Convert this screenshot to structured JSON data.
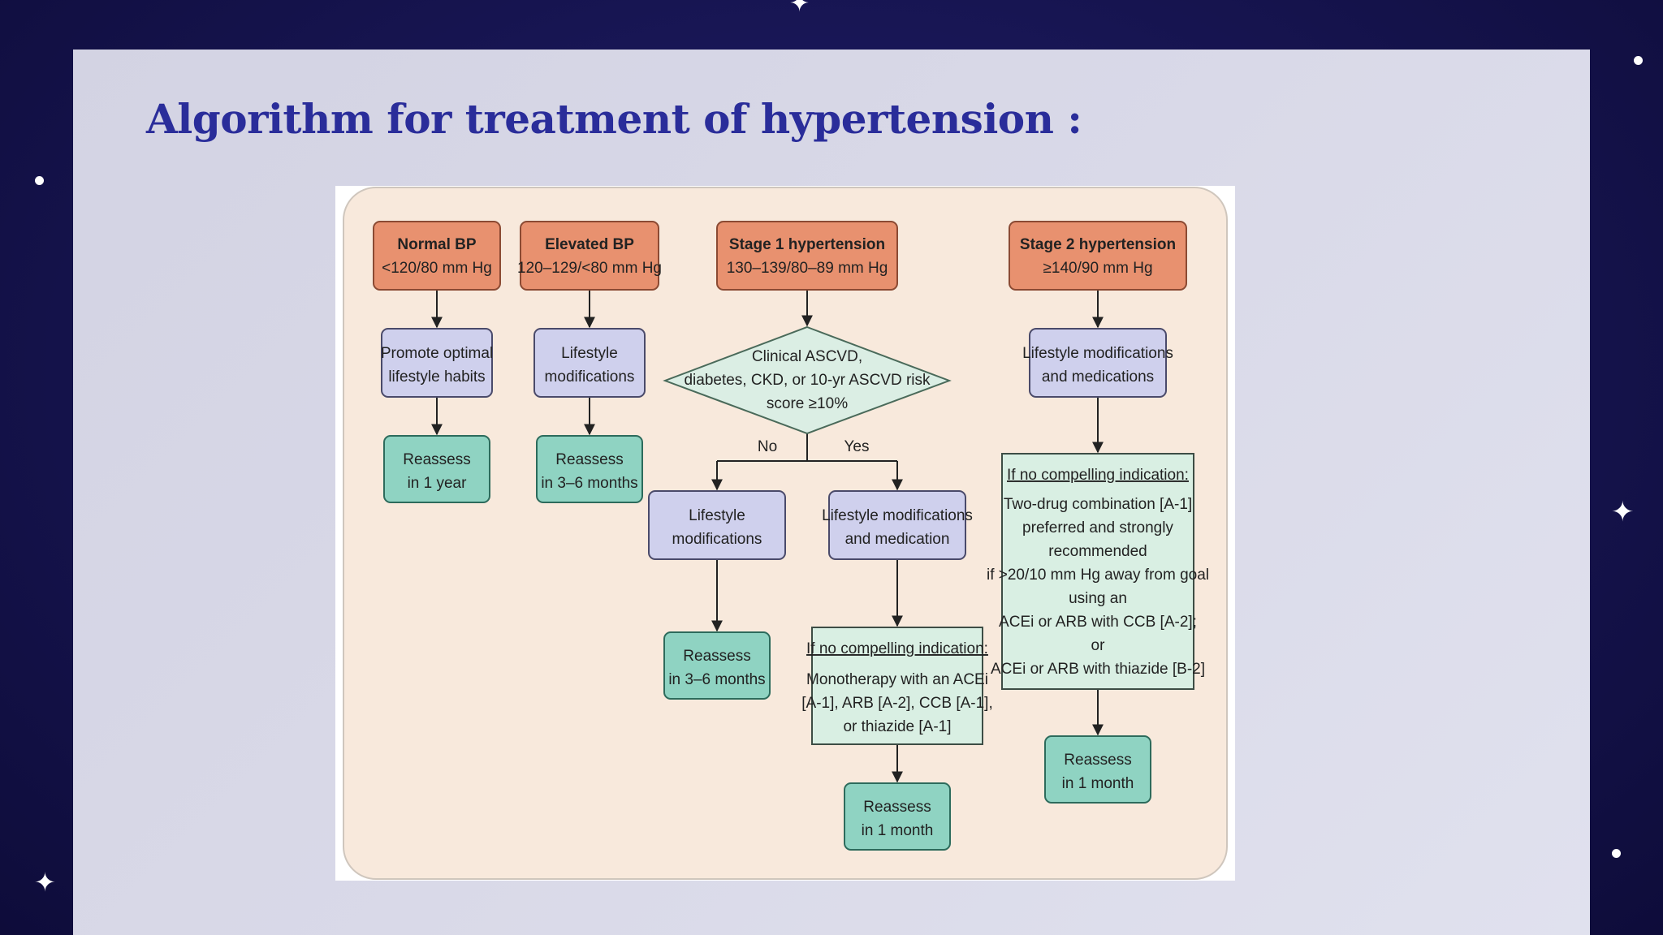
{
  "slide": {
    "title": "Algorithm for treatment of hypertension :"
  },
  "flowchart": {
    "normal": {
      "title": "Normal BP",
      "range": "<120/80 mm Hg"
    },
    "elevated": {
      "title": "Elevated BP",
      "range": "120–129/<80 mm Hg"
    },
    "stage1": {
      "title": "Stage 1 hypertension",
      "range": "130–139/80–89 mm Hg"
    },
    "stage2": {
      "title": "Stage 2 hypertension",
      "range": "≥140/90 mm Hg"
    },
    "normal_action": [
      "Promote optimal",
      "lifestyle habits"
    ],
    "normal_reassess": [
      "Reassess",
      "in 1 year"
    ],
    "elevated_action": [
      "Lifestyle",
      "modifications"
    ],
    "elevated_reassess": [
      "Reassess",
      "in 3–6 months"
    ],
    "decision": [
      "Clinical ASCVD,",
      "diabetes, CKD, or 10-yr ASCVD risk",
      "score ≥10%"
    ],
    "no_label": "No",
    "yes_label": "Yes",
    "no_action": [
      "Lifestyle",
      "modifications"
    ],
    "no_reassess": [
      "Reassess",
      "in 3–6 months"
    ],
    "yes_action": [
      "Lifestyle modifications",
      "and medication"
    ],
    "yes_indication": {
      "heading": "If no compelling indication:",
      "lines": [
        "Monotherapy with an ACEi",
        "[A-1], ARB [A-2], CCB [A-1],",
        "or thiazide [A-1]"
      ]
    },
    "yes_reassess": [
      "Reassess",
      "in 1 month"
    ],
    "stage2_action": [
      "Lifestyle modifications",
      "and medications"
    ],
    "stage2_indication": {
      "heading": "If no compelling indication:",
      "lines": [
        "Two-drug combination [A-1]",
        "preferred and strongly",
        "recommended",
        "if >20/10 mm Hg away from goal",
        "using an",
        "ACEi or ARB with CCB [A-2];",
        "or",
        "ACEi or ARB with thiazide [B-2]"
      ]
    },
    "stage2_reassess": [
      "Reassess",
      "in 1 month"
    ]
  },
  "colors": {
    "background": "#16144f",
    "slide": "#d9d9e8",
    "title": "#2a2d9a",
    "panel": "#f8e9dc",
    "category_box": "#e8916f",
    "action_box": "#cfd0ed",
    "reassess_box": "#8fd3c2",
    "indication_box": "#d9efe3",
    "decision": "#dbeee4"
  }
}
